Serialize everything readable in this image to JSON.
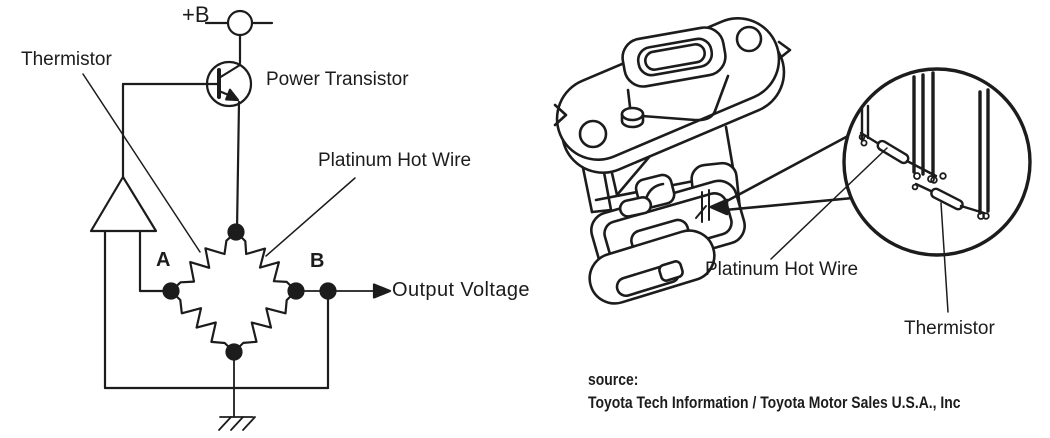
{
  "colors": {
    "ink": "#1c1c1c",
    "background": "#ffffff"
  },
  "circuit": {
    "supply": "+B",
    "thermistor": "Thermistor",
    "power_transistor": "Power Transistor",
    "platinum_hot_wire": "Platinum Hot Wire",
    "node_a": "A",
    "node_b": "B",
    "output": "Output Voltage"
  },
  "sensor": {
    "platinum_hot_wire": "Platinum Hot Wire",
    "thermistor": "Thermistor"
  },
  "source": {
    "label": "source:",
    "attribution": "Toyota Tech Information / Toyota Motor Sales U.S.A., Inc"
  }
}
